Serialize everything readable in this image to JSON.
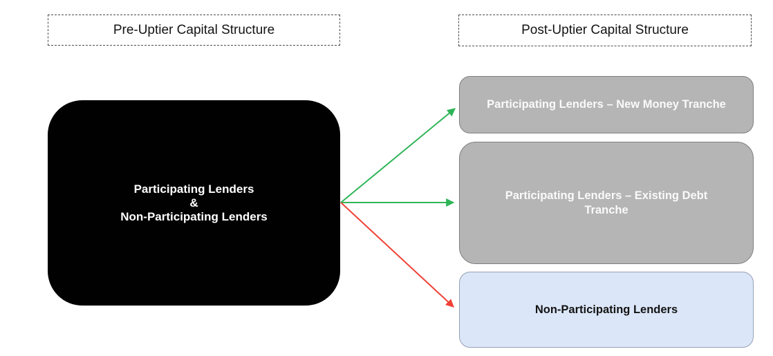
{
  "diagram": {
    "pre_section": {
      "title": "Pre-Uptier Capital Structure",
      "source_box": {
        "line1": "Participating Lenders",
        "line2": "&",
        "line3": "Non-Participating Lenders"
      }
    },
    "post_section": {
      "title": "Post-Uptier Capital Structure",
      "boxes": [
        {
          "label": "Participating Lenders – New Money Tranche",
          "style": "gray"
        },
        {
          "label": "Participating Lenders – Existing Debt Tranche",
          "style": "gray"
        },
        {
          "label": "Non-Participating Lenders",
          "style": "blue"
        }
      ]
    },
    "arrows": [
      {
        "from": "source",
        "to": "new-money-tranche",
        "color": "#2eb457"
      },
      {
        "from": "source",
        "to": "existing-debt-tranche",
        "color": "#2eb457"
      },
      {
        "from": "source",
        "to": "non-participating-lenders",
        "color": "#ef4136"
      }
    ],
    "colors": {
      "participating_box_fill": "#b5b5b5",
      "participating_box_text": "#fafafa",
      "non_participating_box_fill": "#dbe6f8",
      "non_participating_box_text": "#141414",
      "source_box_fill": "#010101",
      "source_box_text": "#ffffff",
      "green_arrow": "#2eb457",
      "red_arrow": "#ef4136"
    }
  }
}
